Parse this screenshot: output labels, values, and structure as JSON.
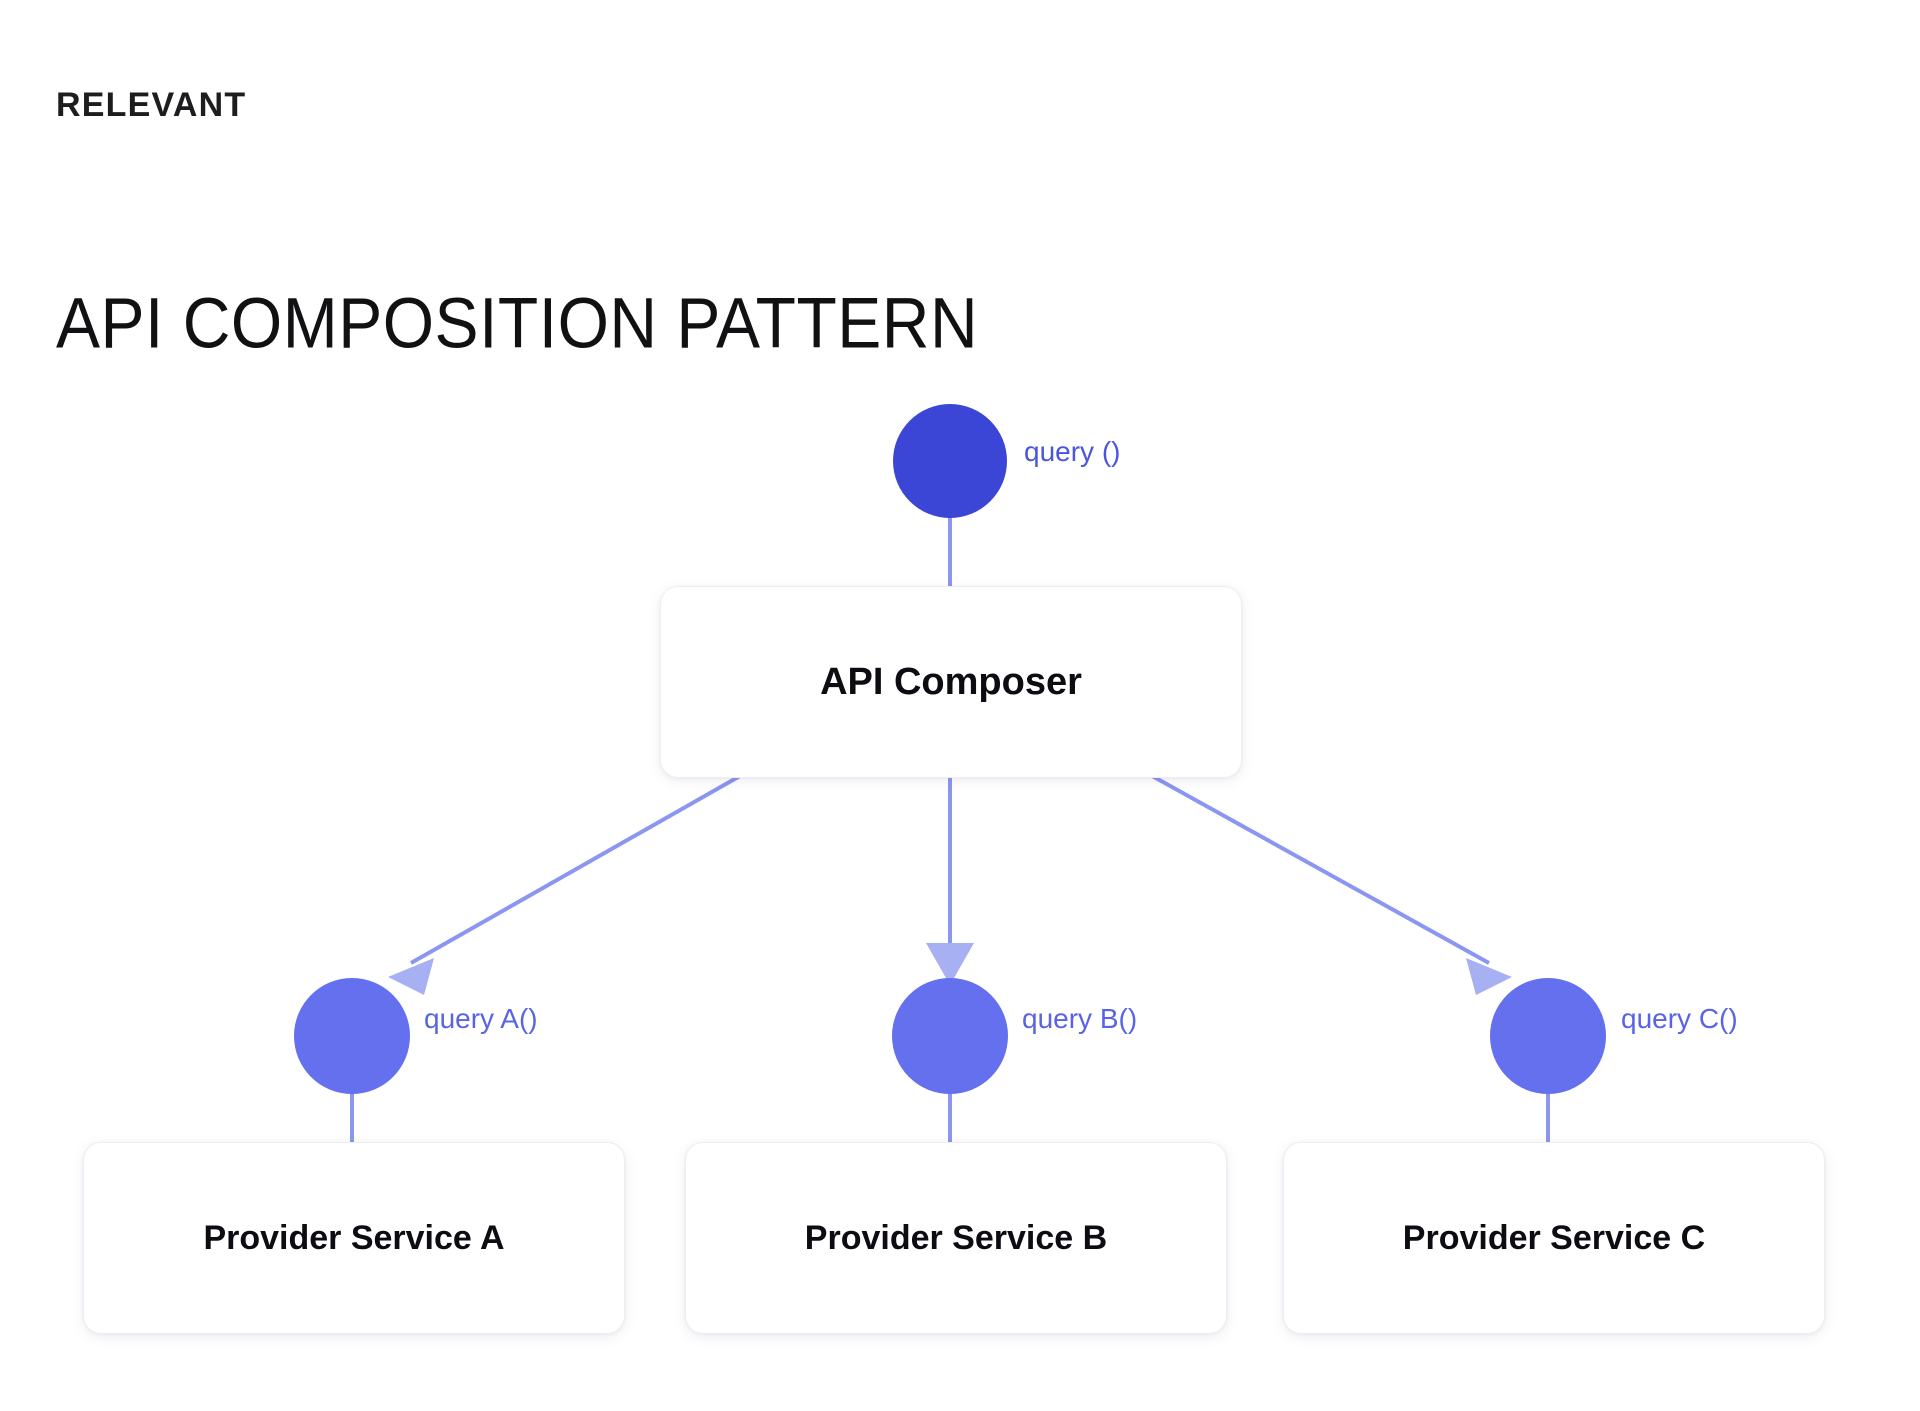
{
  "brand": {
    "logo_text": "RELEVANT"
  },
  "page": {
    "title": "API COMPOSITION PATTERN"
  },
  "colors": {
    "root_circle": "#3b45d6",
    "leaf_circle": "#6470ee",
    "connector": "#8b96f0",
    "label_text": "#5964e4",
    "card_background": "#ffffff",
    "card_border": "#eceef3",
    "heading_text": "#111114"
  },
  "diagram": {
    "root_query": {
      "label": "query ()",
      "node_name": "query-root-circle"
    },
    "composer": {
      "label": "API Composer"
    },
    "branches": [
      {
        "query_label": "query A()",
        "service_label": "Provider Service A"
      },
      {
        "query_label": "query B()",
        "service_label": "Provider Service B"
      },
      {
        "query_label": "query C()",
        "service_label": "Provider Service C"
      }
    ]
  }
}
